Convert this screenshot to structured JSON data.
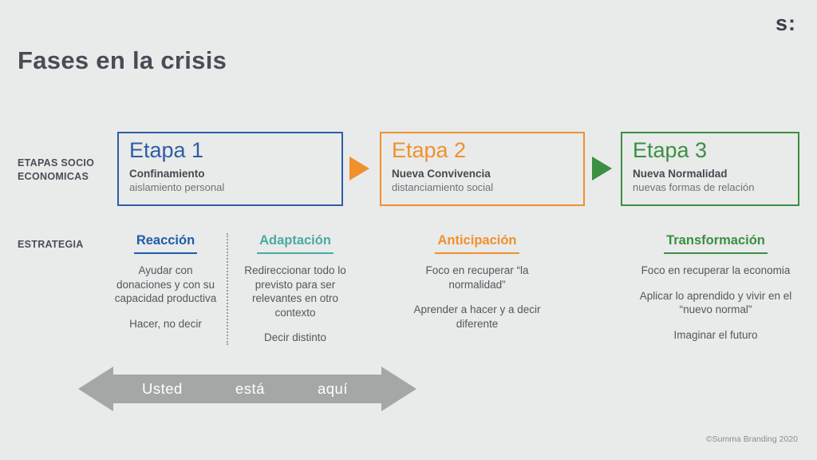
{
  "logo": "s:",
  "title": "Fases en la crisis",
  "labels": {
    "stages_line1": "ETAPAS SOCIO",
    "stages_line2": "ECONOMICAS",
    "strategy": "ESTRATEGIA"
  },
  "colors": {
    "blue": "#2e5da6",
    "orange": "#f0912c",
    "green": "#3a8f43",
    "teal": "#4aaba3",
    "arrow_gray": "#a5a6a6"
  },
  "stages": [
    {
      "title": "Etapa 1",
      "name": "Confinamiento",
      "desc": "aislamiento personal",
      "color": "#2e5da6"
    },
    {
      "title": "Etapa 2",
      "name": "Nueva Convivencia",
      "desc": "distanciamiento social",
      "color": "#f0912c"
    },
    {
      "title": "Etapa 3",
      "name": "Nueva Normalidad",
      "desc": "nuevas formas de relación",
      "color": "#3a8f43"
    }
  ],
  "strategies": [
    {
      "title": "Reacción",
      "color": "#1e5caa",
      "points": [
        "Ayudar con donaciones y con su capacidad productiva",
        "Hacer, no decir"
      ]
    },
    {
      "title": "Adaptación",
      "color": "#4aaba3",
      "points": [
        "Redireccionar todo lo previsto para ser relevantes en otro contexto",
        "Decir distinto"
      ]
    },
    {
      "title": "Anticipación",
      "color": "#f0912c",
      "points": [
        "Foco en recuperar “la normalidad”",
        "Aprender a hacer y a decir diferente"
      ]
    },
    {
      "title": "Transformación",
      "color": "#3a8f43",
      "points": [
        "Foco en recuperar la economia",
        "Aplicar lo aprendido y vivir en el “nuevo normal”",
        "Imaginar el futuro"
      ]
    }
  ],
  "position_arrow": {
    "word1": "Usted",
    "word2": "está",
    "word3": "aquí"
  },
  "footer": "©Summa Branding 2020"
}
